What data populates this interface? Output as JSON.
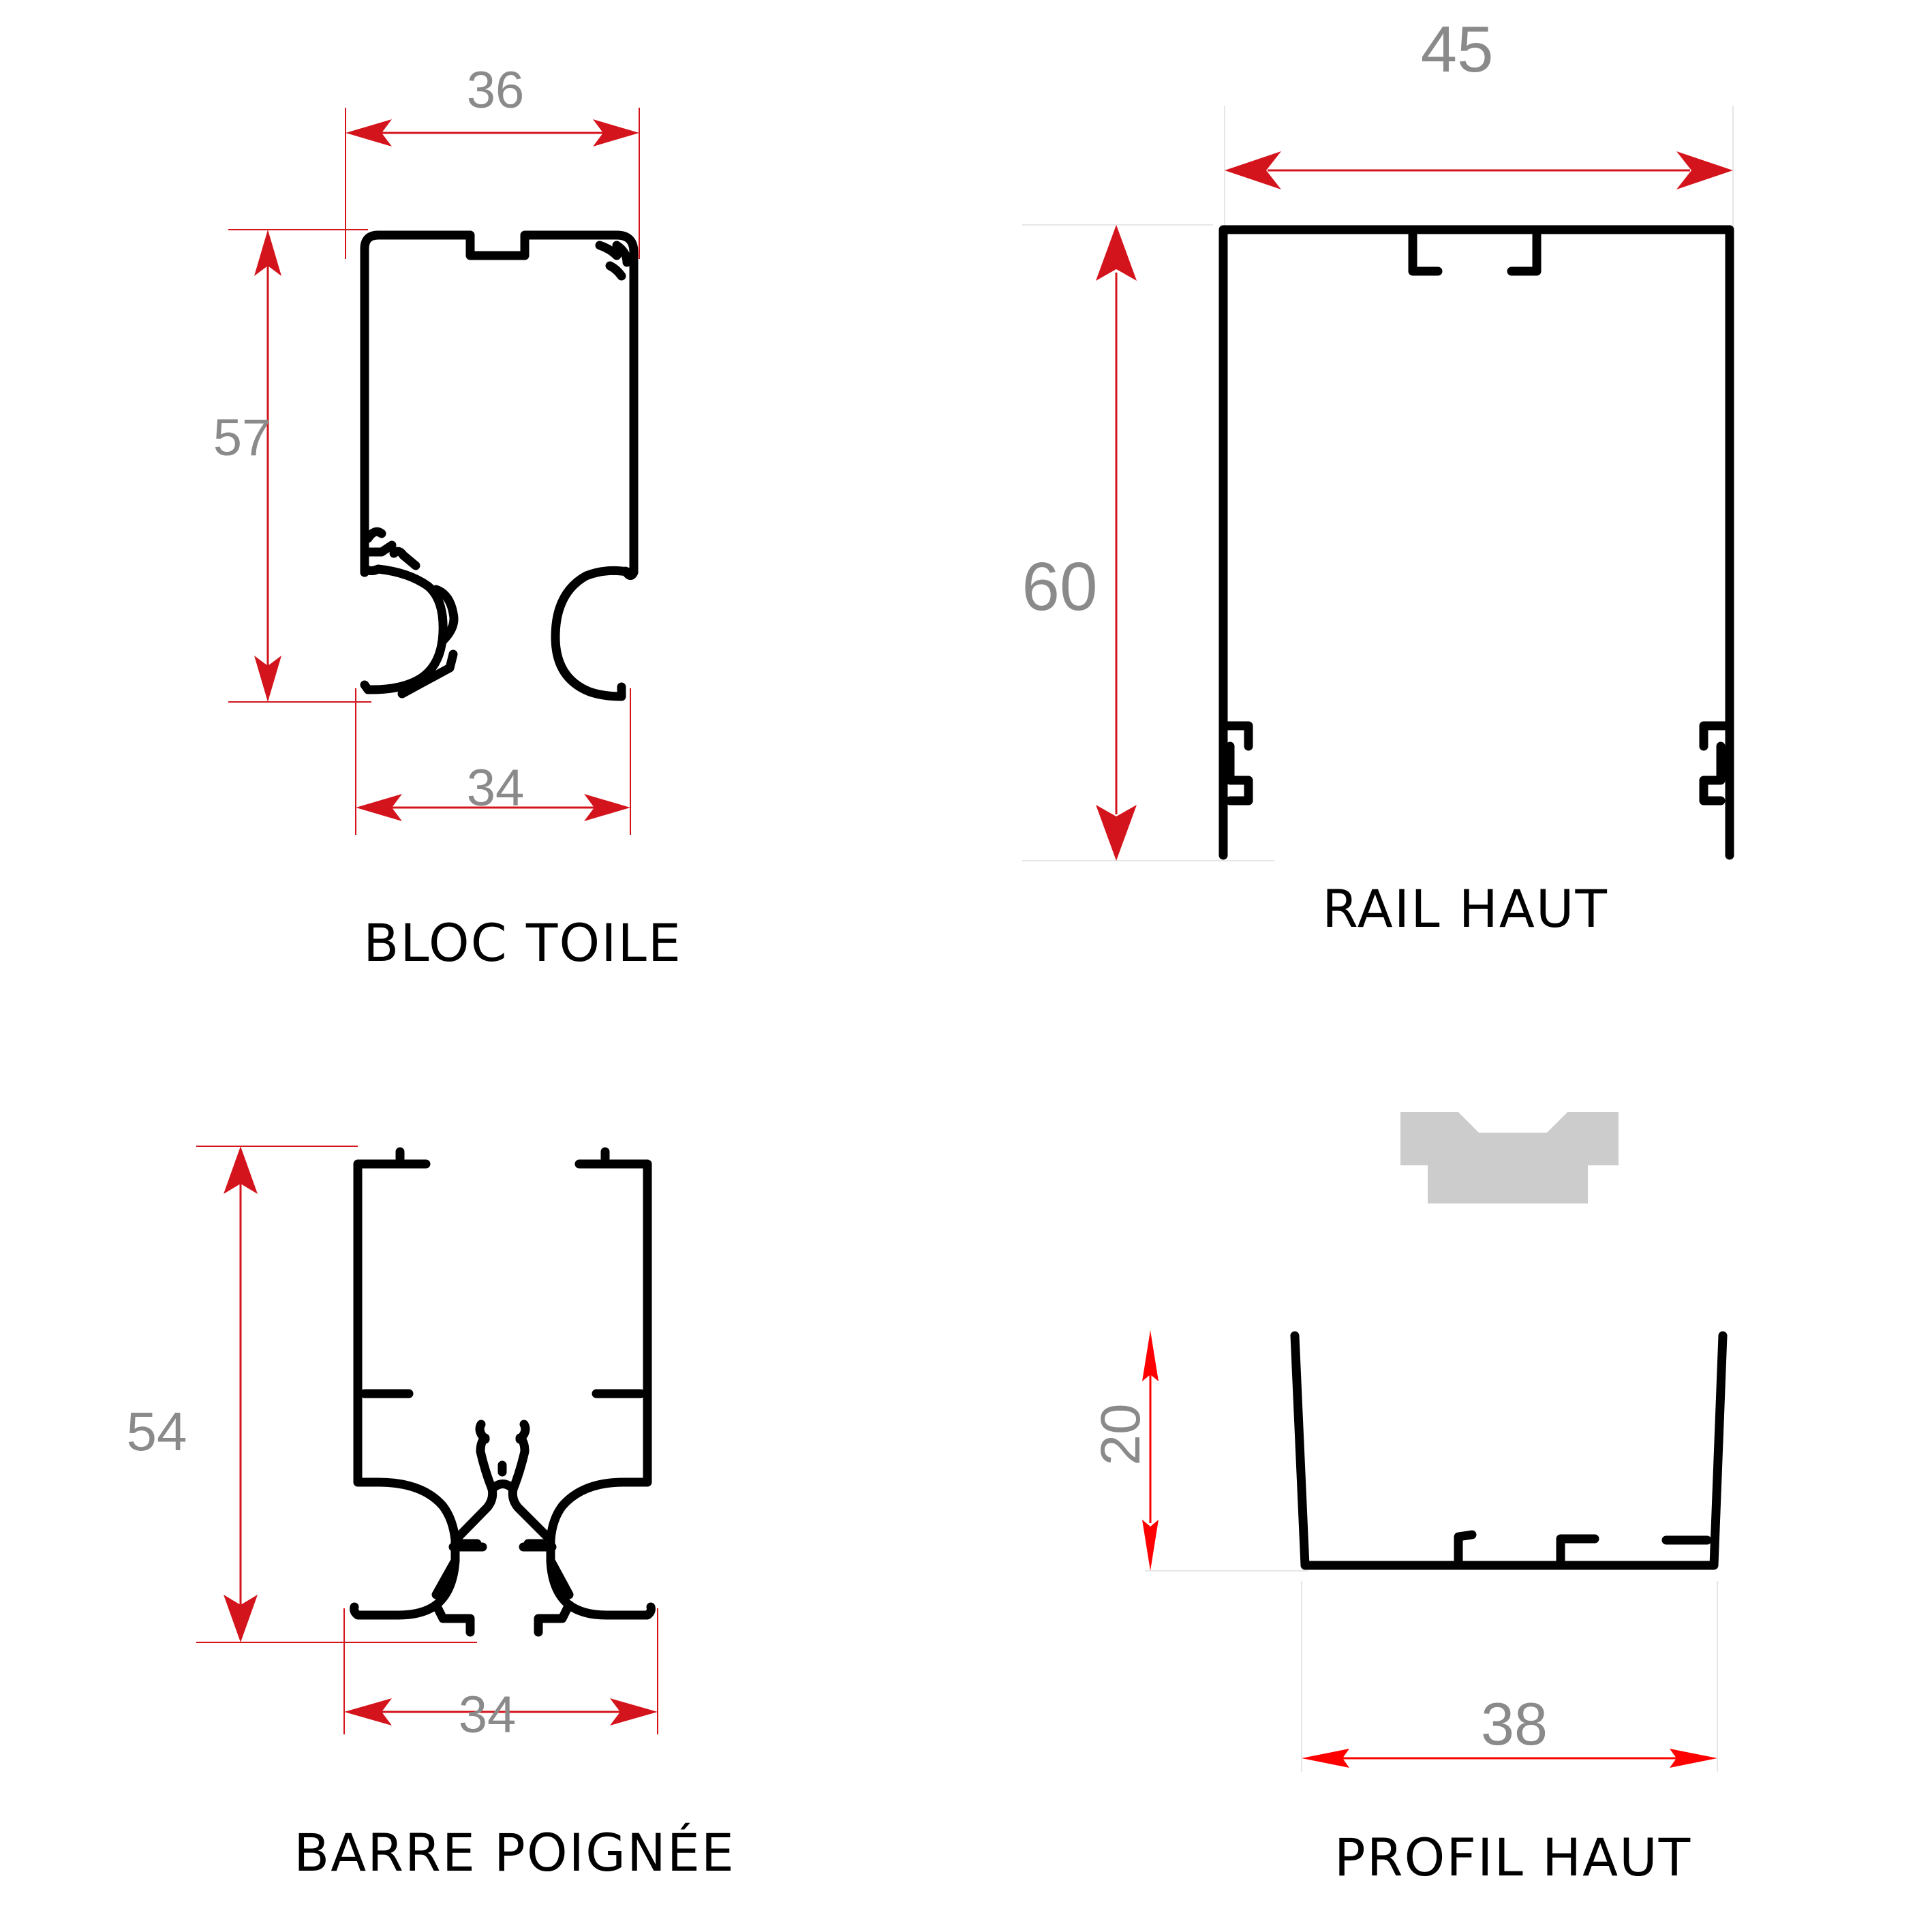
{
  "colors": {
    "profile": "#000000",
    "dimension_line": "#d4141c",
    "dimension_line_bright": "#ff0000",
    "dimension_text": "#8a8a8a",
    "insert_ghost": "#cccccc",
    "background": "#ffffff"
  },
  "panels": {
    "bloc_toile": {
      "caption": "BLOC TOILE",
      "dims": {
        "top_width": "36",
        "height": "57",
        "bottom_width": "34"
      }
    },
    "rail_haut": {
      "caption": "RAIL HAUT",
      "dims": {
        "width": "45",
        "height": "60"
      }
    },
    "barre_poignee": {
      "caption": "BARRE POIGNÉE",
      "dims": {
        "height": "54",
        "width": "34"
      }
    },
    "profil_haut": {
      "caption": "PROFIL HAUT",
      "dims": {
        "height": "20",
        "width": "38"
      }
    }
  }
}
